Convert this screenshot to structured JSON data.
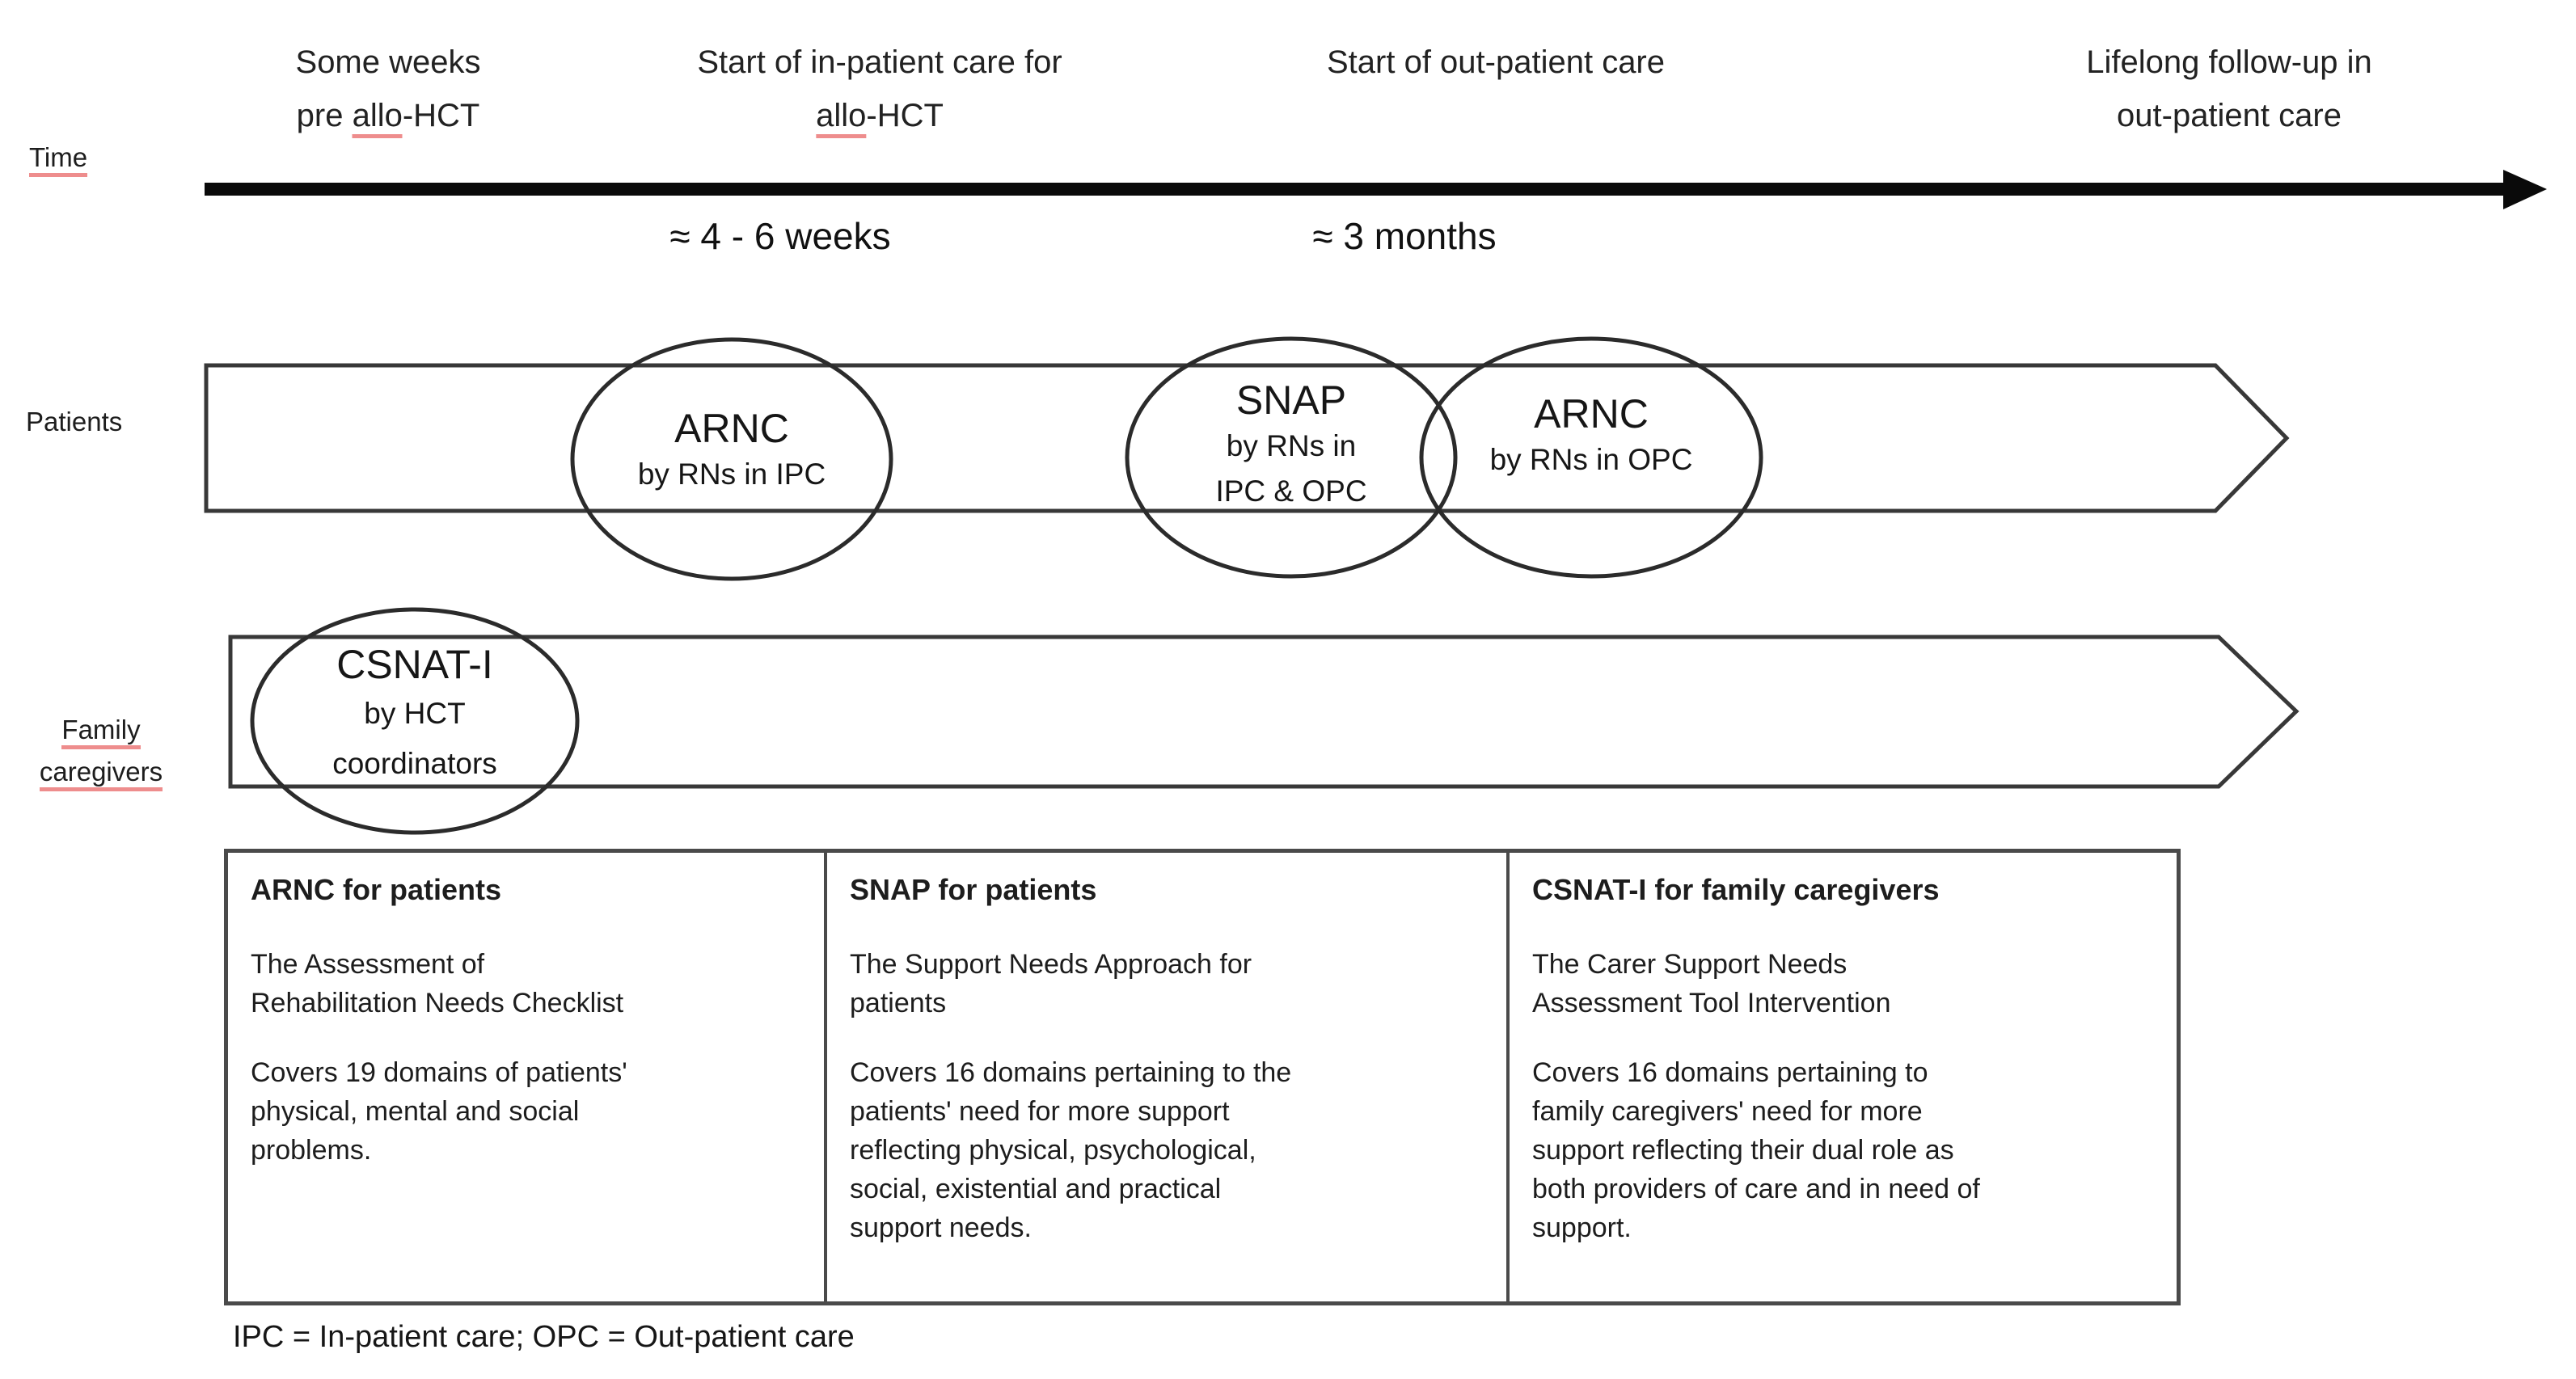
{
  "header": {
    "time_label": "Time",
    "phase1_line1": "Some weeks",
    "phase1_line2_pre": "pre ",
    "phase1_line2_word": "allo",
    "phase1_line2_post": "-HCT",
    "phase2_line1": "Start of in-patient care for",
    "phase2_line2_word": "allo",
    "phase2_line2_post": "-HCT",
    "phase3_line1": "Start of out-patient care",
    "phase4_line1": "Lifelong follow-up in",
    "phase4_line2": "out-patient care",
    "duration1": "≈ 4 - 6 weeks",
    "duration2": "≈ 3 months"
  },
  "patients": {
    "row_label": "Patients",
    "ellipse1_title": "ARNC",
    "ellipse1_sub": "by RNs in IPC",
    "ellipse2_title": "SNAP",
    "ellipse2_sub1": "by RNs in",
    "ellipse2_sub2": "IPC & OPC",
    "ellipse3_title": "ARNC",
    "ellipse3_sub": "by RNs in OPC"
  },
  "family": {
    "row_label_line1": "Family",
    "row_label_line2": "caregivers",
    "ellipse_title": "CSNAT-I",
    "ellipse_sub1": "by HCT",
    "ellipse_sub2": "coordinators"
  },
  "table": {
    "col1_header": "ARNC for patients",
    "col1_para1": "The Assessment of\nRehabilitation Needs Checklist",
    "col1_para2": "Covers 19 domains of patients'\nphysical, mental and social\nproblems.",
    "col2_header": "SNAP for patients",
    "col2_para1": "The Support Needs Approach for\npatients",
    "col2_para2": "Covers 16 domains pertaining to the\npatients' need for more support\nreflecting physical, psychological,\nsocial, existential and practical\nsupport needs.",
    "col3_header": "CSNAT-I for family caregivers",
    "col3_para1": "The Carer Support Needs\nAssessment Tool Intervention",
    "col3_para2": "Covers 16 domains pertaining to\nfamily caregivers' need for more\nsupport reflecting their dual role as\nboth providers of care and in need of\nsupport."
  },
  "footnote": "IPC = In-patient care; OPC = Out-patient care",
  "colors": {
    "ink": "#1d1d1d",
    "shape_stroke": "#333333",
    "table_border": "#4a4a4a",
    "spellcheck_red": "#ee8d8d",
    "arrow_black": "#0a0a0a"
  }
}
